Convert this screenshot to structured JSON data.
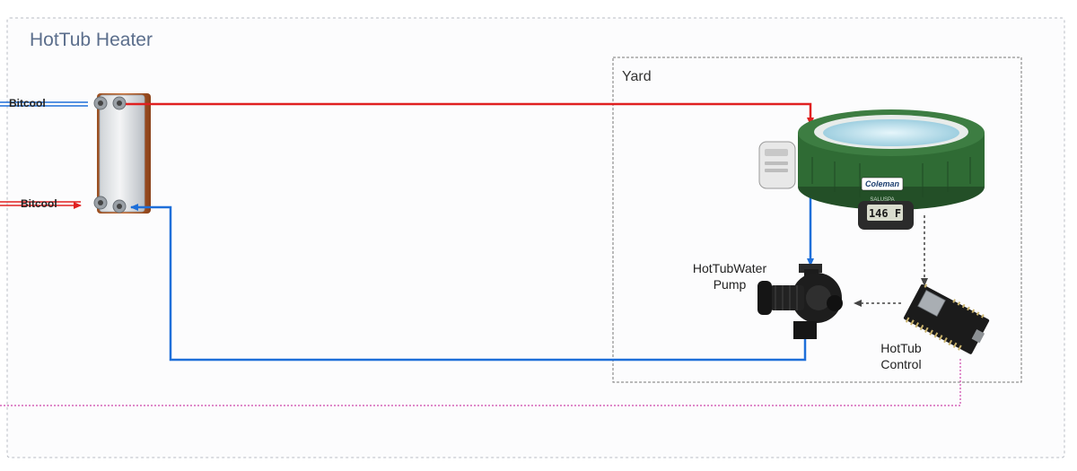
{
  "frame": {
    "title": "HotTub Heater"
  },
  "yard": {
    "title": "Yard"
  },
  "inlets": {
    "cold_label": "Bitcool",
    "hot_label": "Bitcool"
  },
  "tub_display": {
    "reading": "146 F"
  },
  "tub_brand": {
    "brand": "Coleman",
    "model": "SALUSPA"
  },
  "pump": {
    "label_line1": "HotTubWater",
    "label_line2": "Pump"
  },
  "control": {
    "label_line1": "HotTub",
    "label_line2": "Control"
  },
  "colors": {
    "hot_flow": "#e02020",
    "cold_flow": "#1e6fd9",
    "signal": "#444444",
    "network": "#cc44aa",
    "tub_green": "#2f6b34"
  }
}
